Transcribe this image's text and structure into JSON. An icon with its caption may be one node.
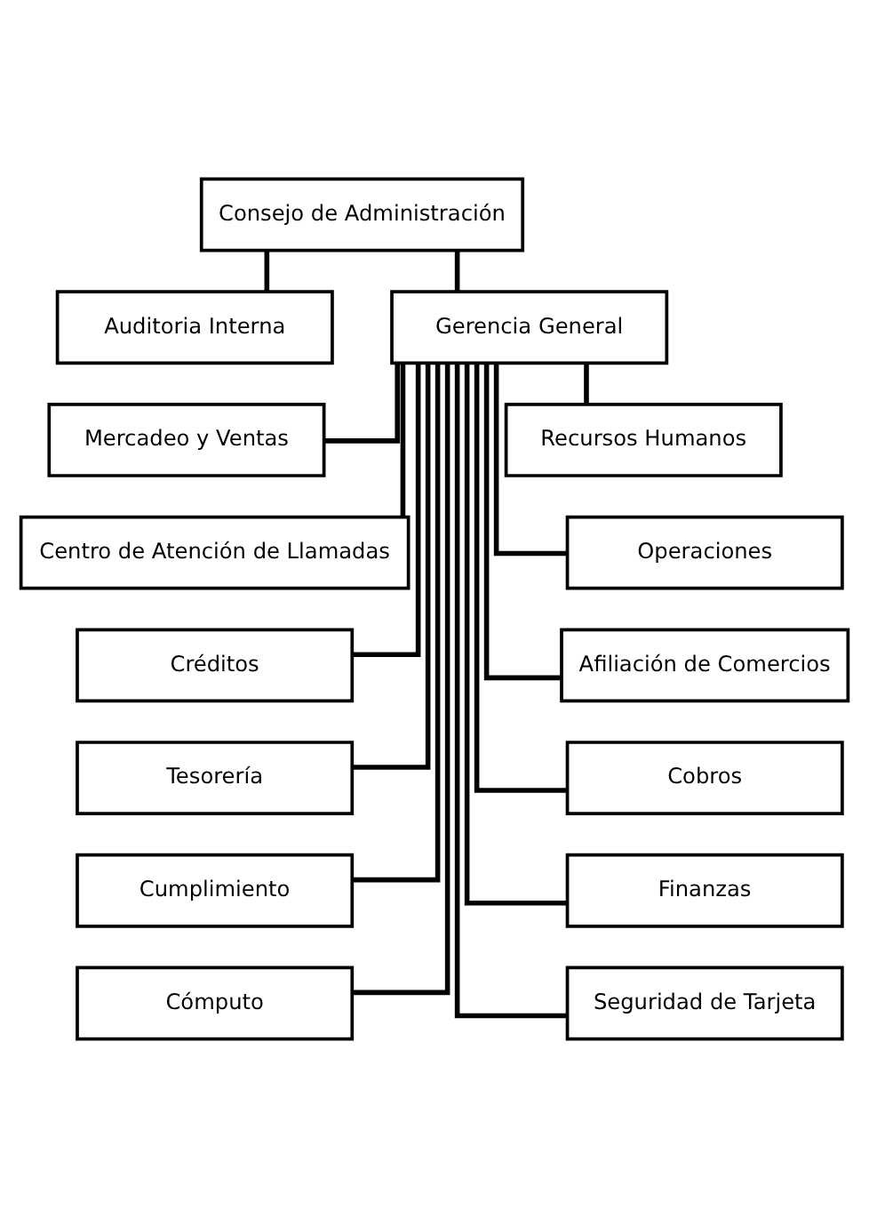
{
  "diagram": {
    "nodes": [
      {
        "text": [
          "Consejo de Administración"
        ]
      },
      {
        "text": [
          "Auditoria Interna"
        ]
      },
      {
        "text": [
          "Gerencia General"
        ]
      },
      {
        "text": [
          "Mercadeo y Ventas"
        ]
      },
      {
        "text": [
          "Recursos Humanos"
        ]
      },
      {
        "text": [
          "Centro de Atención de Llamadas"
        ]
      },
      {
        "text": [
          "Operaciones"
        ]
      },
      {
        "text": [
          "Créditos"
        ]
      },
      {
        "text": [
          "Afiliación de Comercios"
        ]
      },
      {
        "text": [
          "Tesorería"
        ]
      },
      {
        "text": [
          "Cobros"
        ]
      },
      {
        "text": [
          "Cumplimiento"
        ]
      },
      {
        "text": [
          "Finanzas"
        ]
      },
      {
        "text": [
          "Cómputo"
        ]
      },
      {
        "text": [
          "Seguridad de Tarjeta"
        ]
      }
    ],
    "edges": [
      {
        "from": 0,
        "to": 1,
        "arrow": "none"
      },
      {
        "from": 0,
        "to": 2,
        "arrow": "none"
      },
      {
        "from": 2,
        "to": 3,
        "arrow": "none"
      },
      {
        "from": 2,
        "to": 4,
        "arrow": "none"
      },
      {
        "from": 2,
        "to": 5,
        "arrow": "none"
      },
      {
        "from": 2,
        "to": 6,
        "arrow": "none"
      },
      {
        "from": 2,
        "to": 7,
        "arrow": "none"
      },
      {
        "from": 2,
        "to": 8,
        "arrow": "none"
      },
      {
        "from": 2,
        "to": 9,
        "arrow": "none"
      },
      {
        "from": 2,
        "to": 10,
        "arrow": "none"
      },
      {
        "from": 2,
        "to": 11,
        "arrow": "none"
      },
      {
        "from": 2,
        "to": 12,
        "arrow": "none"
      },
      {
        "from": 2,
        "to": 13,
        "arrow": "none"
      },
      {
        "from": 2,
        "to": 14,
        "arrow": "none"
      }
    ]
  }
}
